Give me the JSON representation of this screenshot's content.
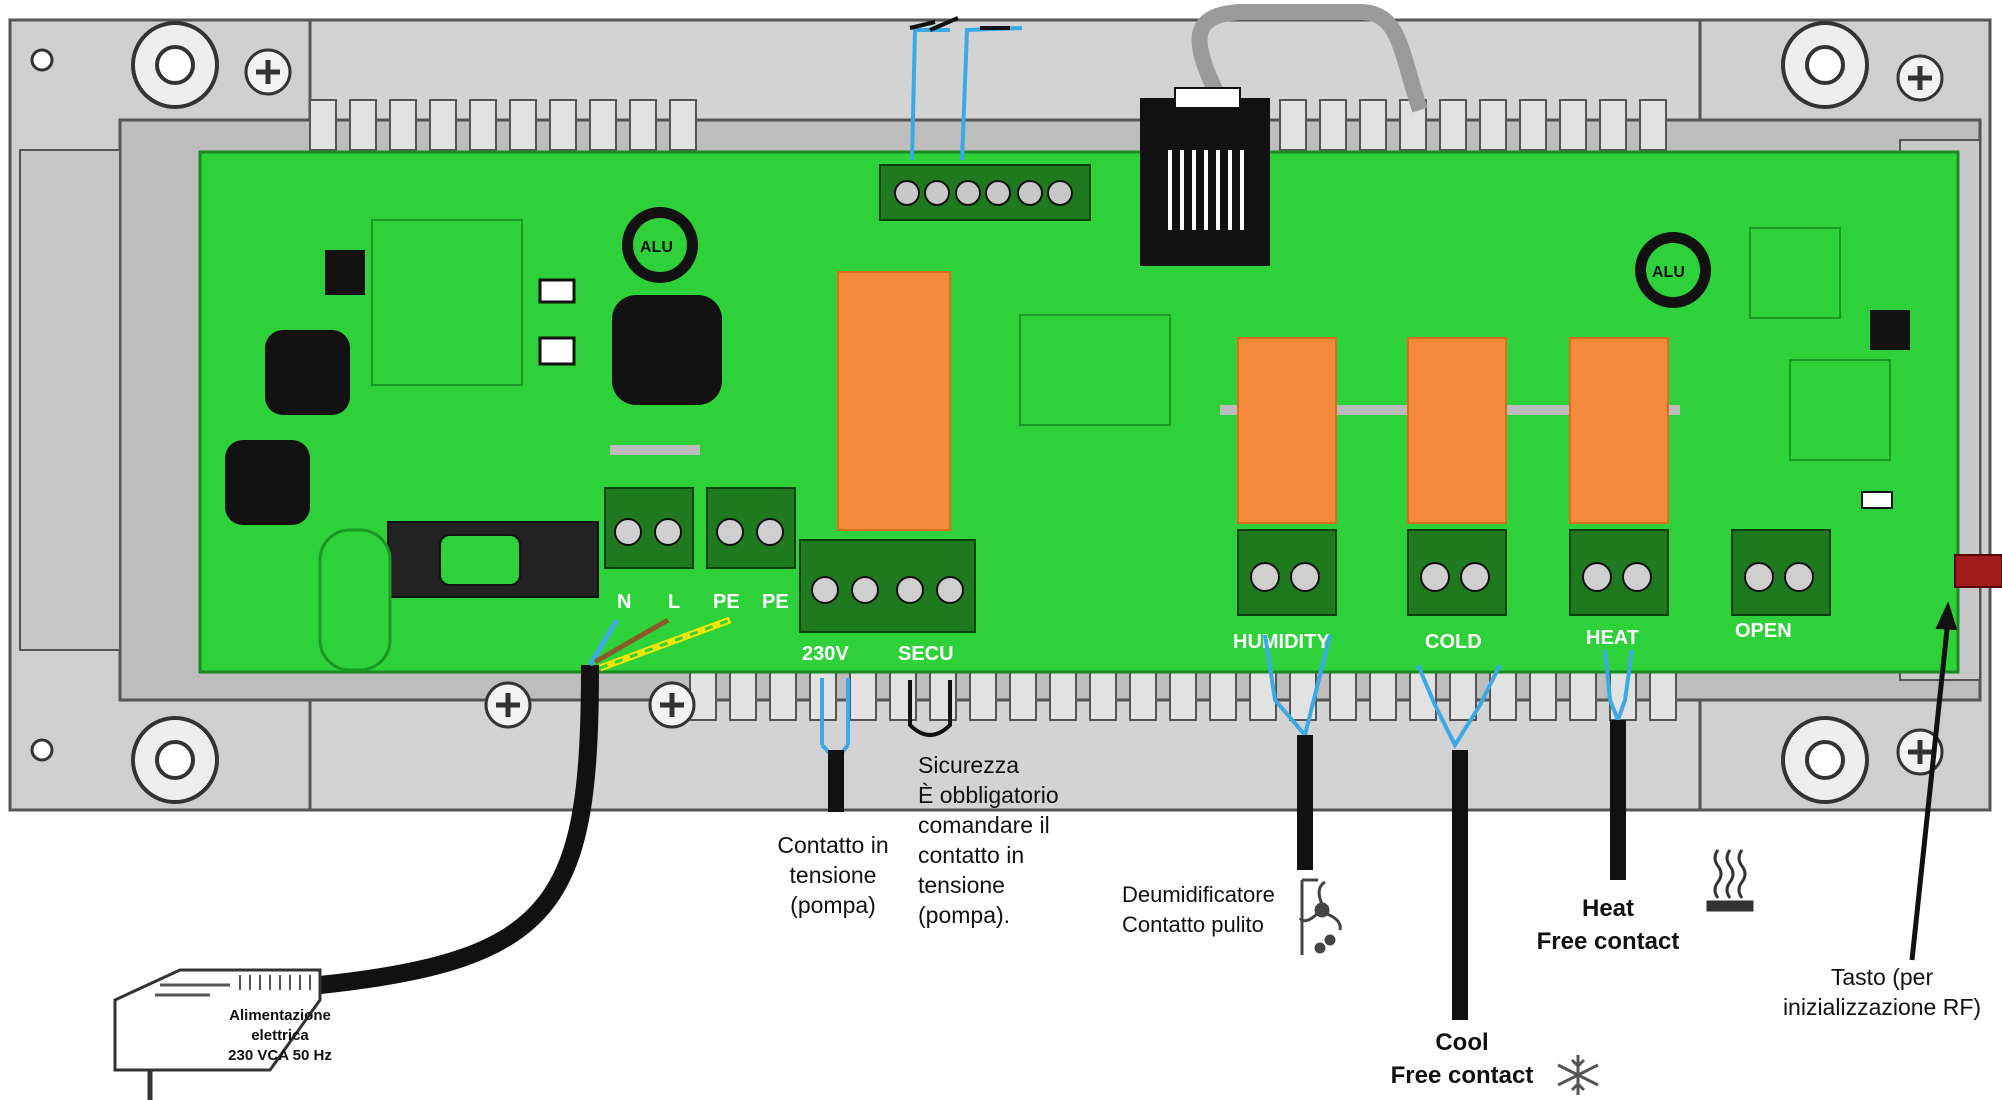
{
  "board": {
    "terminals": {
      "n": "N",
      "l": "L",
      "pe1": "PE",
      "pe2": "PE",
      "v230": "230V",
      "secu": "SECU",
      "humidity": "HUMIDITY",
      "cold": "COLD",
      "heat": "HEAT",
      "open": "OPEN"
    },
    "pcb_color": "#2ed13a",
    "relay_color": "#f58a3c",
    "terminal_color": "#1f7a1f",
    "wire_blue": "#3aa9e6"
  },
  "labels": {
    "pump_contact": [
      "Contatto in",
      "tensione",
      "(pompa)"
    ],
    "safety": [
      "Sicurezza",
      "È obbligatorio",
      "comandare il",
      "contatto in",
      "tensione",
      "(pompa)."
    ],
    "dehumidifier": [
      "Deumidificatore",
      "Contatto pulito"
    ],
    "heat": [
      "Heat",
      "Free contact"
    ],
    "cool": [
      "Cool",
      "Free contact"
    ],
    "button": [
      "Tasto (per",
      "inizializzazione RF)"
    ],
    "power": [
      "Alimentazione",
      "elettrica",
      "230 VCA 50 Hz"
    ]
  },
  "icons": {
    "heat": "heat-waves-icon",
    "cool": "snowflake-icon",
    "dehumidifier": "fan-drop-icon",
    "plug": "power-plug-icon"
  }
}
